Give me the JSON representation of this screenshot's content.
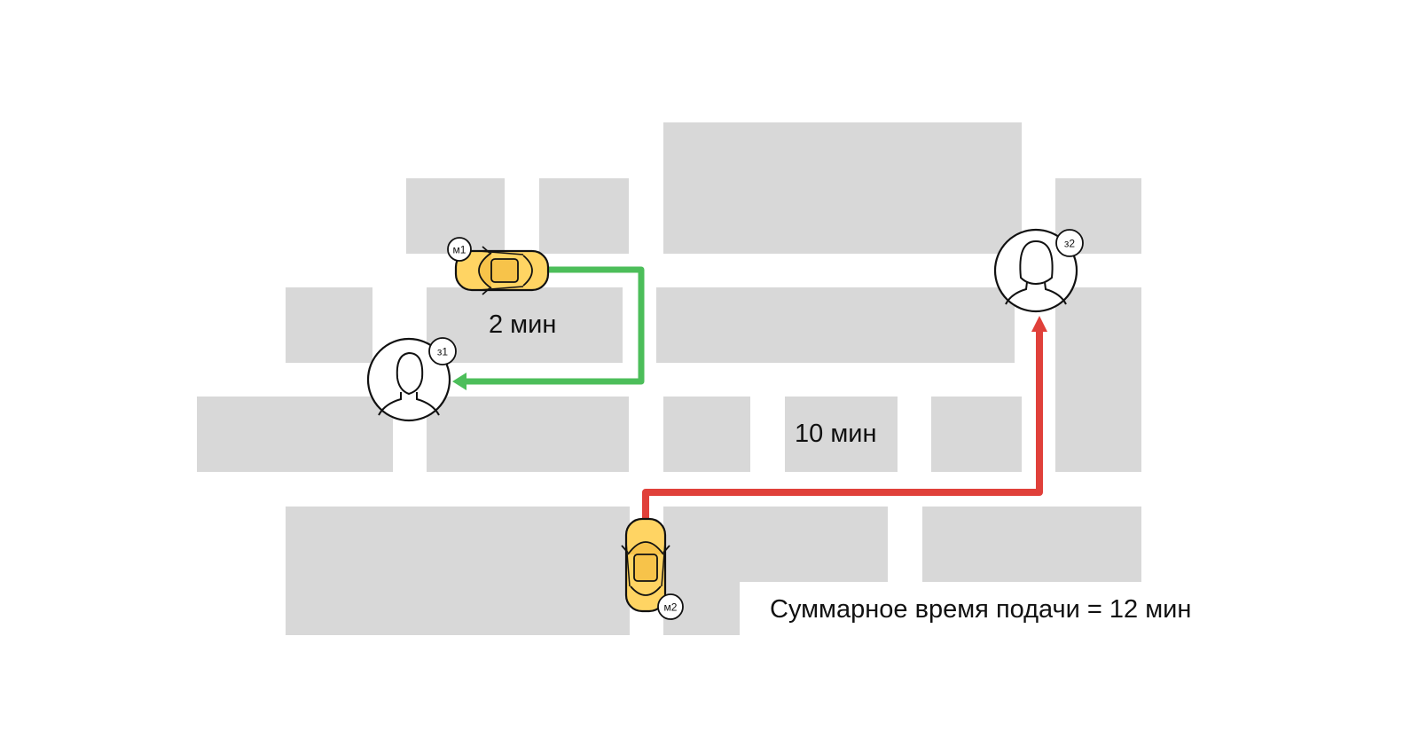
{
  "route_labels": {
    "green_time": "2 мин",
    "red_time": "10 мин"
  },
  "summary": "Суммарное время подачи = 12 мин",
  "cars": [
    {
      "id": "car1",
      "badge": "м1",
      "icon": "taxi-car-icon"
    },
    {
      "id": "car2",
      "badge": "м2",
      "icon": "taxi-car-icon"
    }
  ],
  "clients": [
    {
      "id": "client1",
      "badge": "з1",
      "icon": "male-user-icon"
    },
    {
      "id": "client2",
      "badge": "з2",
      "icon": "female-user-icon"
    }
  ],
  "colors": {
    "block": "#d8d8d8",
    "car_body": "#ffd463",
    "car_window": "#f7c34a",
    "green_route": "#4cbe5a",
    "red_route": "#e0403a",
    "outline": "#111111"
  }
}
